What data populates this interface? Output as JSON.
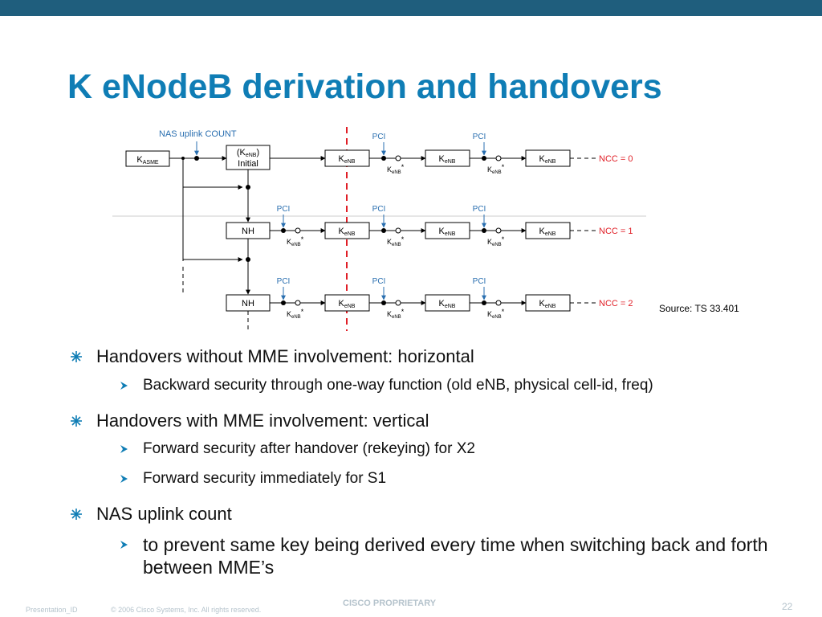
{
  "slide": {
    "title": "K eNodeB derivation and handovers",
    "source": "Source: TS 33.401"
  },
  "diagram": {
    "nas_label": "NAS uplink COUNT",
    "kasme_main": "K",
    "kasme_sub": "ASME",
    "initial_line1_pre": "(K",
    "initial_line1_sub": "eNB",
    "initial_line1_post": ")",
    "initial_line2": "Initial",
    "k_main": "K",
    "k_sub": "eNB",
    "nh": "NH",
    "pci": "PCI",
    "star": "*",
    "ncc0": "NCC = 0",
    "ncc1": "NCC = 1",
    "ncc2": "NCC = 2"
  },
  "bullets": [
    {
      "text": "Handovers without MME involvement: horizontal",
      "sub": [
        "Backward security through one-way function (old eNB, physical cell-id, freq)"
      ]
    },
    {
      "text": "Handovers with MME involvement: vertical",
      "sub": [
        "Forward security after handover (rekeying) for X2",
        "Forward security immediately for S1"
      ]
    },
    {
      "text": "NAS uplink count",
      "sub": [
        "to prevent same key being derived every time when switching back and forth between MME’s"
      ]
    }
  ],
  "footer": {
    "id": "Presentation_ID",
    "copyright": "© 2006 Cisco Systems, Inc. All rights reserved.",
    "proprietary": "CISCO PROPRIETARY",
    "page": "22"
  },
  "colors": {
    "title": "#0f7db5",
    "bar": "#1f5e7d",
    "red": "#e01e26",
    "pci_arrow": "#2a6fb0",
    "footer": "#b5c3cc"
  }
}
